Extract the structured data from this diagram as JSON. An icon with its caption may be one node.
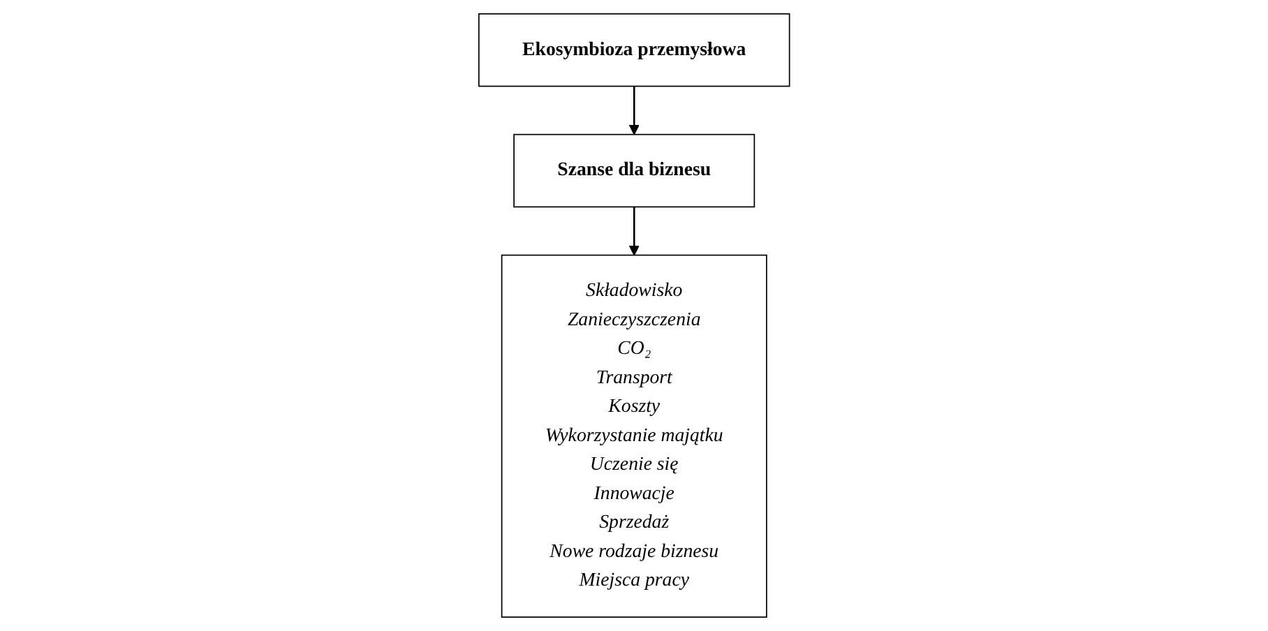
{
  "diagram": {
    "nodes": [
      {
        "text": [
          "Ekosymbioza przemysłowa"
        ]
      },
      {
        "text": [
          "Szanse dla biznesu"
        ]
      },
      {
        "text": [
          "Składowisko",
          "Zanieczyszczenia",
          "CO₂",
          "Transport",
          "Koszty",
          "Wykorzystanie majątku",
          "Uczenie się",
          "Innowacje",
          "Sprzedaż",
          "Nowe rodzaje biznesu",
          "Miejsca pracy"
        ]
      }
    ],
    "edges": [
      {
        "from": 0,
        "to": 1,
        "arrow": "to"
      },
      {
        "from": 1,
        "to": 2,
        "arrow": "to"
      }
    ]
  }
}
